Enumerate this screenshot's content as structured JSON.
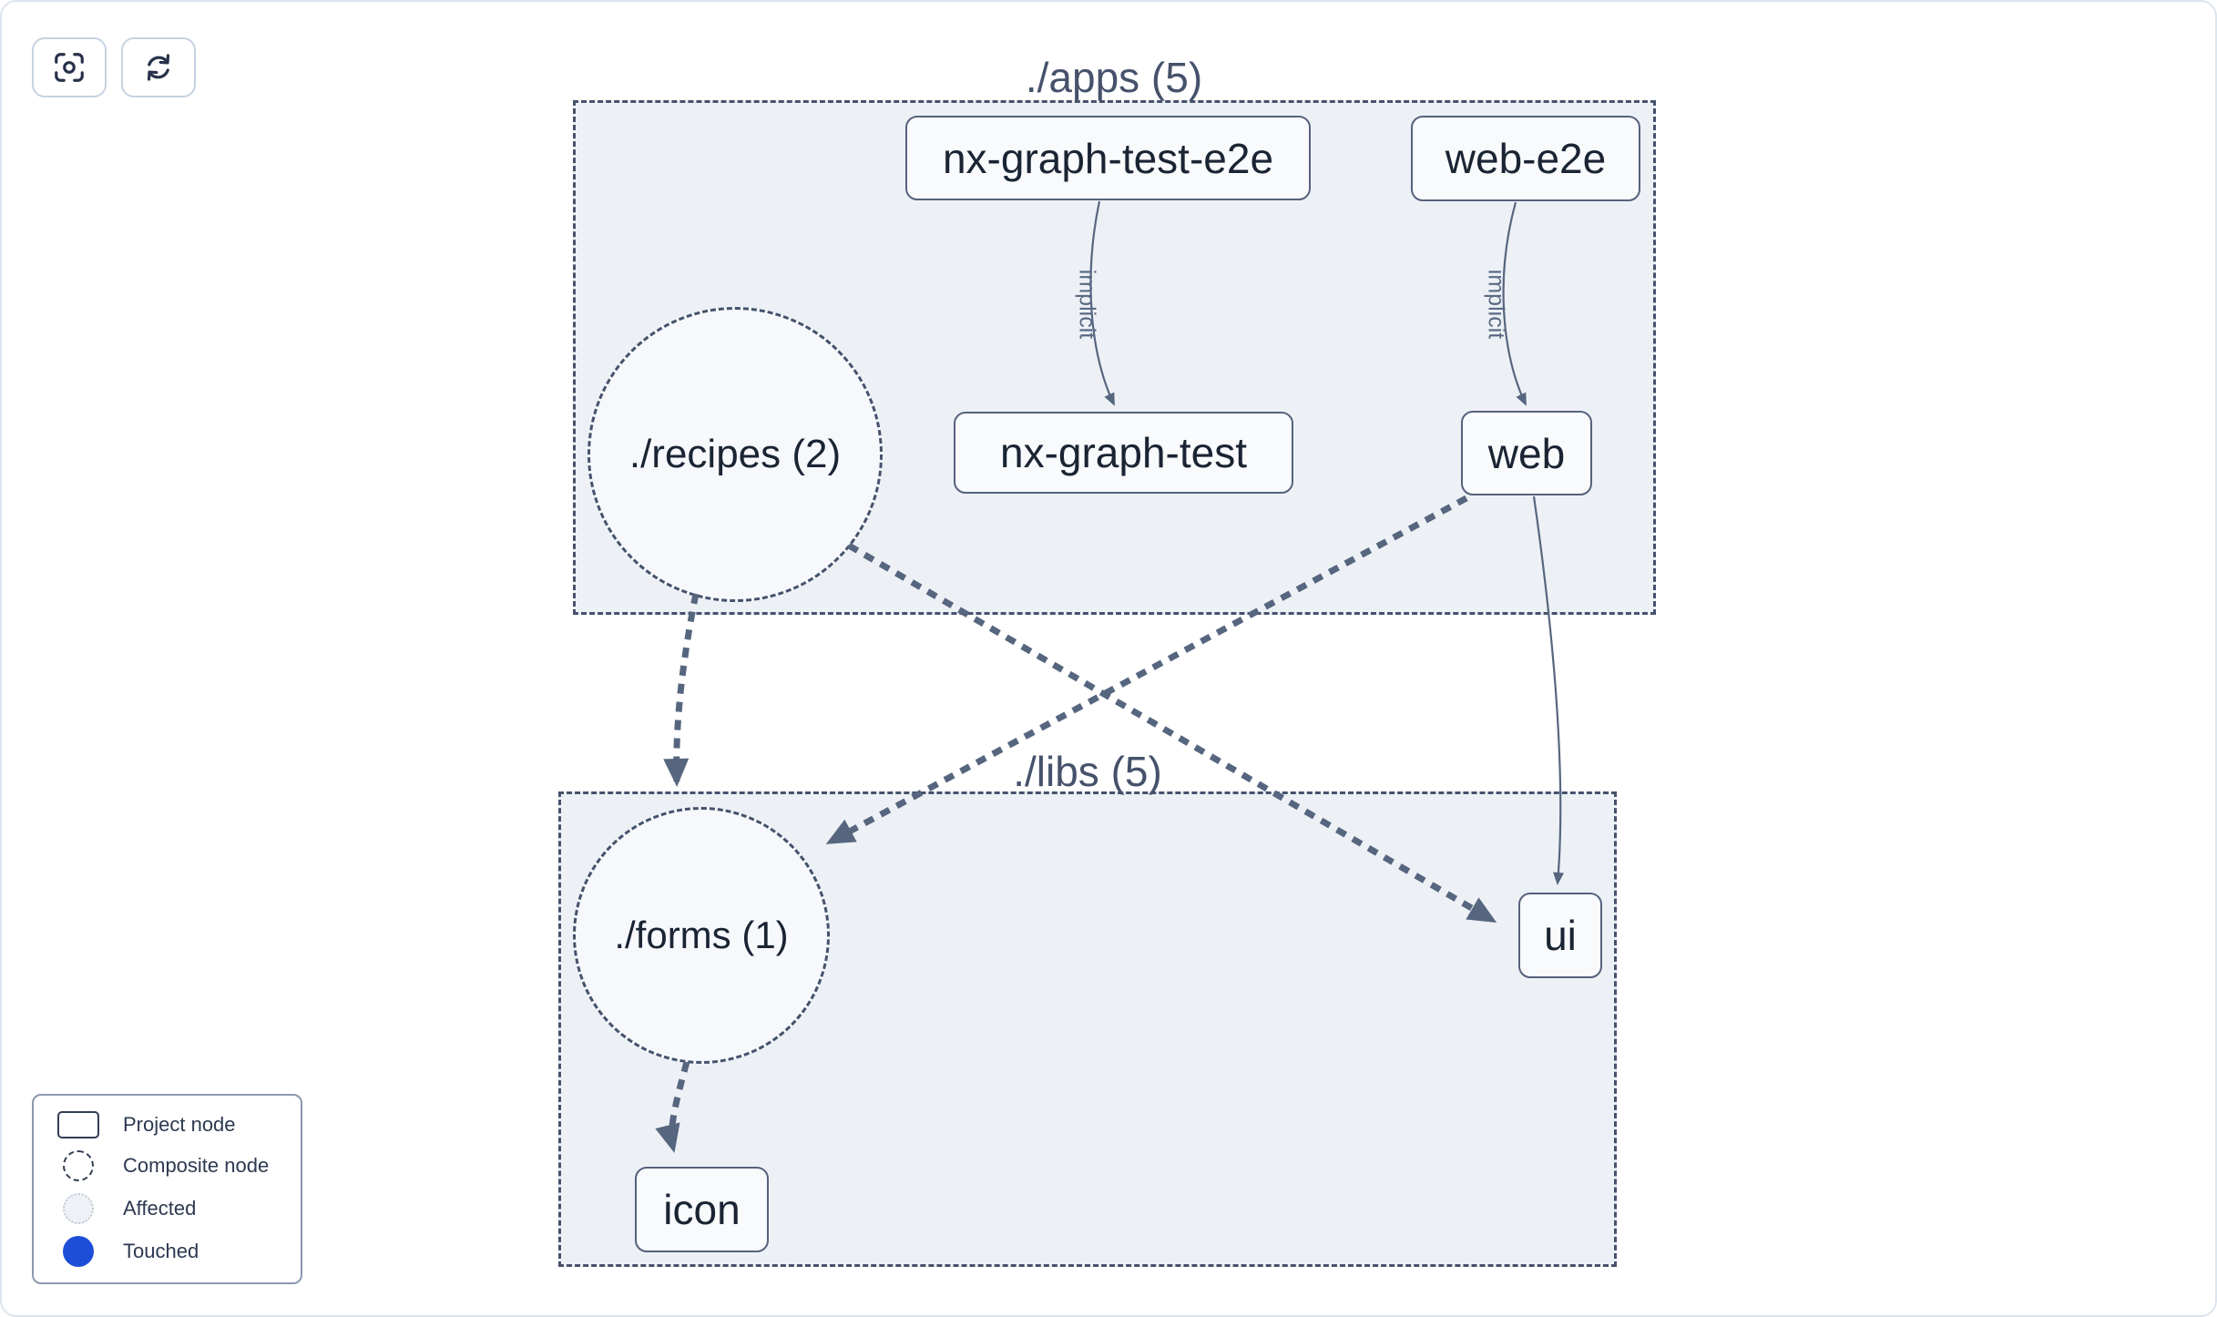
{
  "toolbar": {
    "buttons": [
      {
        "name": "focus",
        "icon": "focus-icon"
      },
      {
        "name": "refresh",
        "icon": "refresh-icon"
      }
    ]
  },
  "groups": {
    "apps": {
      "label": "./apps (5)"
    },
    "libs": {
      "label": "./libs (5)"
    }
  },
  "composites": {
    "recipes": {
      "label": "./recipes (2)"
    },
    "forms": {
      "label": "./forms (1)"
    }
  },
  "nodes": {
    "nx_graph_test_e2e": {
      "label": "nx-graph-test-e2e"
    },
    "web_e2e": {
      "label": "web-e2e"
    },
    "nx_graph_test": {
      "label": "nx-graph-test"
    },
    "web": {
      "label": "web"
    },
    "ui": {
      "label": "ui"
    },
    "icon": {
      "label": "icon"
    }
  },
  "edges": [
    {
      "from": "nx-graph-test-e2e",
      "to": "nx-graph-test",
      "type": "implicit",
      "label": "implicit"
    },
    {
      "from": "web-e2e",
      "to": "web",
      "type": "implicit",
      "label": "implicit"
    },
    {
      "from": "web",
      "to": "ui",
      "type": "static",
      "label": ""
    },
    {
      "from": "./recipes",
      "to": "./forms",
      "type": "dashed",
      "label": ""
    },
    {
      "from": "./recipes",
      "to": "ui",
      "type": "dashed",
      "label": ""
    },
    {
      "from": "web",
      "to": "./forms",
      "type": "dashed",
      "label": ""
    },
    {
      "from": "./forms",
      "to": "icon",
      "type": "dashed",
      "label": ""
    }
  ],
  "legend": {
    "items": [
      {
        "label": "Project node",
        "icon": "project-node-icon"
      },
      {
        "label": "Composite node",
        "icon": "composite-node-icon"
      },
      {
        "label": "Affected",
        "icon": "affected-icon"
      },
      {
        "label": "Touched",
        "icon": "touched-icon"
      }
    ]
  },
  "colors": {
    "touched_blue": "#1d4ed8",
    "group_fill": "#edf1f6",
    "group_border": "#45526b",
    "node_fill": "#f8fafc",
    "node_border": "#56617c",
    "node_text": "#1a2433",
    "edge": "#57667f",
    "title_text": "#46526b"
  }
}
